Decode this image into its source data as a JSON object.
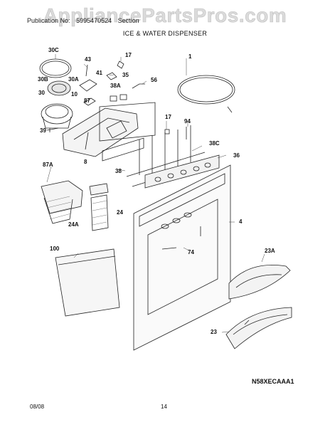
{
  "watermark": "AppliancePartsPros.com",
  "header": {
    "left": "Publication No:",
    "mid": "5995470524",
    "right": "Section"
  },
  "subtitle": "ICE & WATER DISPENSER",
  "labels": {
    "p30c": "30C",
    "p43": "43",
    "p17a": "17",
    "p1": "1",
    "p30b": "30B",
    "p30a": "30A",
    "p41": "41",
    "p35": "35",
    "p56": "56",
    "p30": "30",
    "p38a": "38A",
    "p10": "10",
    "p87": "87",
    "p17b": "17",
    "p94": "94",
    "p39": "39",
    "p38c": "38C",
    "p8": "8",
    "p36": "36",
    "p87a": "87A",
    "p38": "38",
    "p24": "24",
    "p4": "4",
    "p24a": "24A",
    "p100": "100",
    "p74": "74",
    "p23a": "23A",
    "p23": "23"
  },
  "figure_code": "N58XECAAA1",
  "footer": {
    "date": "08/08",
    "page": "14"
  }
}
